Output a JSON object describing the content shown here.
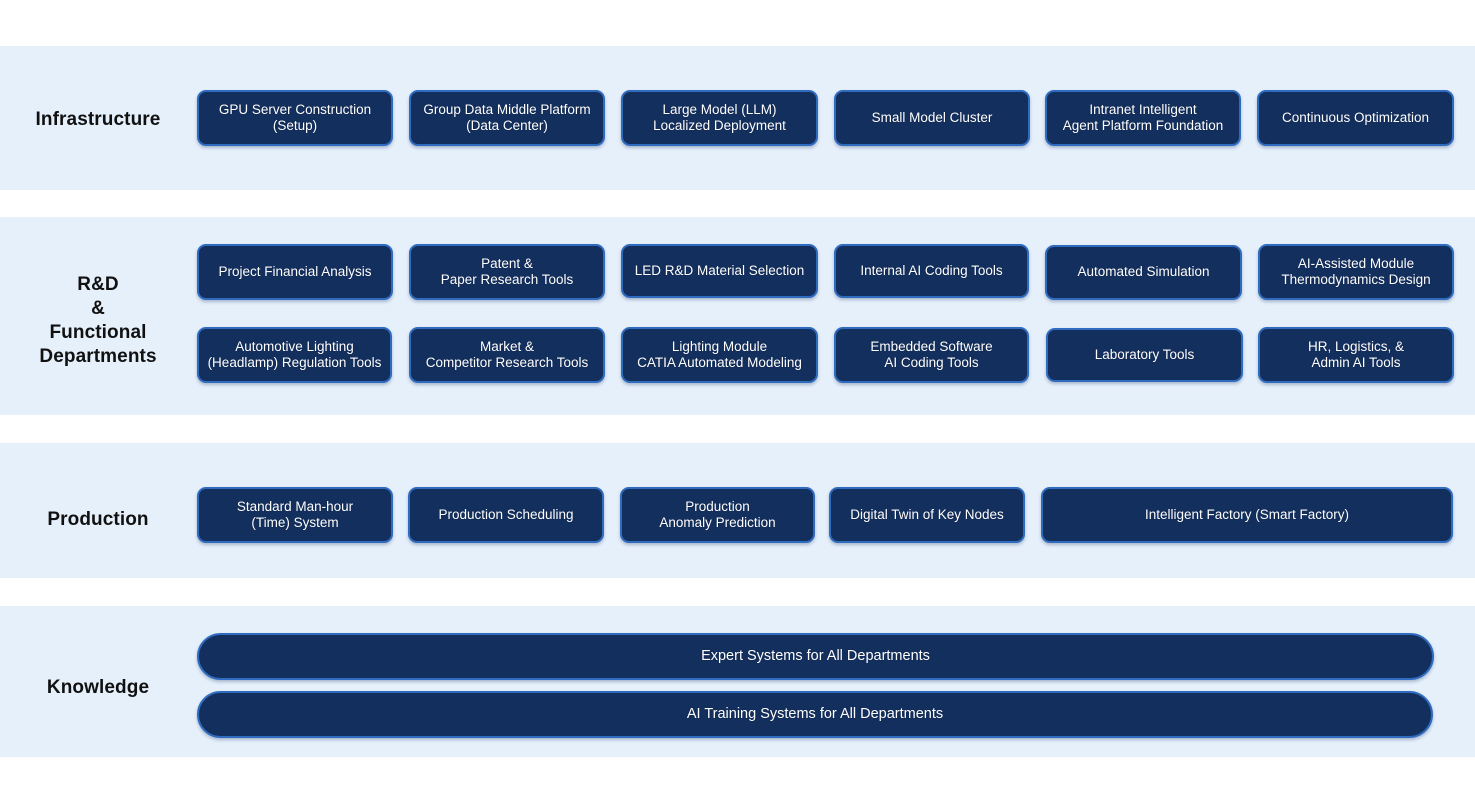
{
  "theme": {
    "band_background": "#e6f0fb",
    "page_background": "#ffffff",
    "node_fill": "#132f5e",
    "node_border": "#2f6bbf",
    "node_text": "#ffffff",
    "label_text": "#111111"
  },
  "rows": [
    {
      "id": "infrastructure",
      "label": "Infrastructure",
      "nodes": [
        "GPU Server Construction\n(Setup)",
        "Group Data Middle Platform\n(Data Center)",
        "Large Model (LLM)\nLocalized Deployment",
        "Small Model Cluster",
        "Intranet Intelligent\nAgent Platform Foundation",
        "Continuous Optimization"
      ]
    },
    {
      "id": "rnd",
      "label": "R&D\n&\nFunctional\nDepartments",
      "nodes": [
        "Project Financial Analysis",
        "Patent &\nPaper Research Tools",
        "LED R&D Material Selection",
        "Internal AI Coding Tools",
        "Automated Simulation",
        "AI-Assisted Module\nThermodynamics Design",
        "Automotive Lighting\n(Headlamp) Regulation Tools",
        "Market &\nCompetitor Research Tools",
        "Lighting Module\nCATIA Automated Modeling",
        "Embedded Software\nAI Coding Tools",
        "Laboratory Tools",
        "HR, Logistics, &\nAdmin AI Tools"
      ]
    },
    {
      "id": "production",
      "label": "Production",
      "nodes": [
        "Standard Man-hour\n(Time) System",
        "Production Scheduling",
        "Production\nAnomaly Prediction",
        "Digital Twin of Key Nodes",
        "Intelligent Factory (Smart Factory)"
      ]
    },
    {
      "id": "knowledge",
      "label": "Knowledge",
      "nodes": [
        "Expert Systems for All Departments",
        "AI Training Systems for All Departments"
      ]
    }
  ]
}
